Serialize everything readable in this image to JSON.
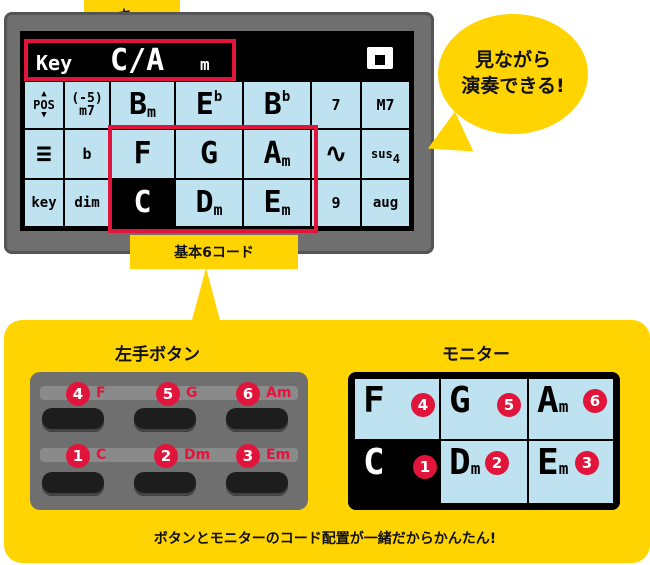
{
  "tags": {
    "key": "キー",
    "basic": "基本6コード"
  },
  "bubble": {
    "line1": "見ながら",
    "line2": "演奏できる!"
  },
  "screen": {
    "key_prefix": "Key",
    "key_value": "C/A",
    "key_suffix": "m",
    "row1": {
      "pos": "POS",
      "m7_top": "(-5)",
      "m7_bottom": "m7",
      "bm_root": "B",
      "bm_sub": "m",
      "eb_root": "E",
      "eb_sup": "b",
      "bb_root": "B",
      "bb_sup": "b",
      "seven": "7",
      "maj7": "M7"
    },
    "row2": {
      "menu": "≡",
      "flat": "b",
      "f": "F",
      "g": "G",
      "am_root": "A",
      "am_sub": "m",
      "tilde": "∿",
      "sus_main": "sus",
      "sus_sub": "4"
    },
    "row3": {
      "key": "key",
      "dim": "dim",
      "c": "C",
      "dm_root": "D",
      "dm_sub": "m",
      "em_root": "E",
      "em_sub": "m",
      "nine": "9",
      "aug": "aug"
    }
  },
  "bottom": {
    "left_title": "左手ボタン",
    "right_title": "モニター",
    "footer": "ボタンとモニターのコード配置が一緒だからかんたん!",
    "buttons": [
      {
        "num": "4",
        "label": "F"
      },
      {
        "num": "5",
        "label": "G"
      },
      {
        "num": "6",
        "label": "Am"
      },
      {
        "num": "1",
        "label": "C"
      },
      {
        "num": "2",
        "label": "Dm"
      },
      {
        "num": "3",
        "label": "Em"
      }
    ],
    "monitor": [
      {
        "num": "4",
        "root": "F",
        "sub": ""
      },
      {
        "num": "5",
        "root": "G",
        "sub": ""
      },
      {
        "num": "6",
        "root": "A",
        "sub": "m"
      },
      {
        "num": "1",
        "root": "C",
        "sub": ""
      },
      {
        "num": "2",
        "root": "D",
        "sub": "m"
      },
      {
        "num": "3",
        "root": "E",
        "sub": "m"
      }
    ]
  },
  "colors": {
    "accent_red": "#e1143c",
    "yellow": "#ffd400",
    "lcd": "#bfe2f0"
  }
}
